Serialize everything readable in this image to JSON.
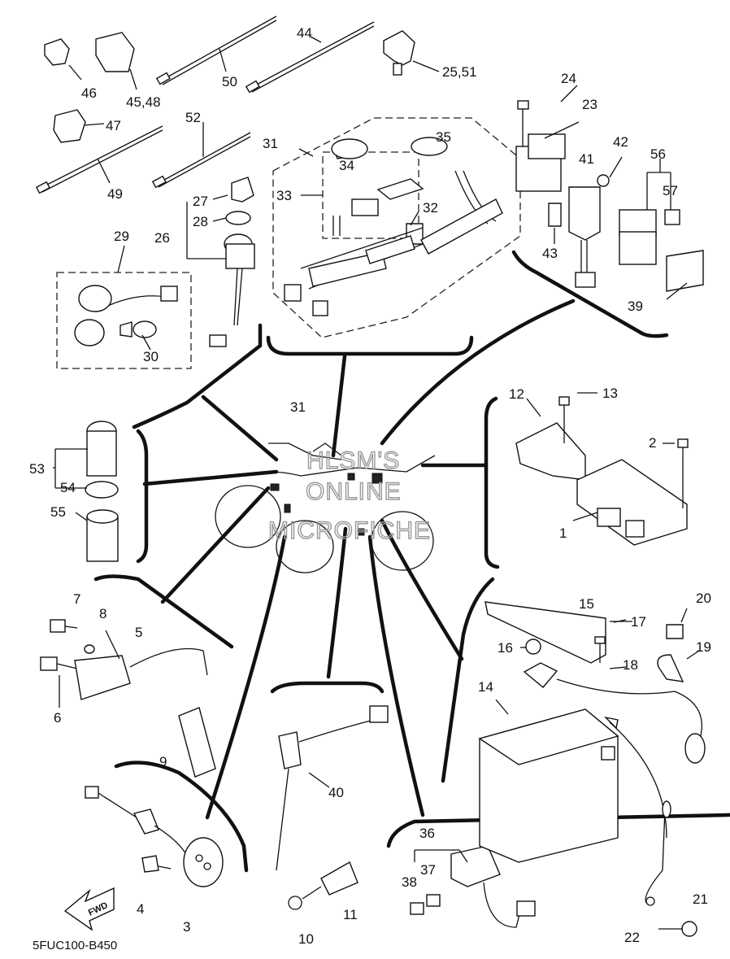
{
  "watermark": {
    "line1": "HLSM'S",
    "line2": "ONLINE",
    "line3": "MICROFICHE"
  },
  "diagram_code": "5FUC100-B450",
  "fwd_label": "FWD",
  "callouts": {
    "c1": "1",
    "c2": "2",
    "c3": "3",
    "c4": "4",
    "c5": "5",
    "c6": "6",
    "c7": "7",
    "c8": "8",
    "c9": "9",
    "c10": "10",
    "c11": "11",
    "c12": "12",
    "c13": "13",
    "c14": "14",
    "c15": "15",
    "c16": "16",
    "c17": "17",
    "c18": "18",
    "c19": "19",
    "c20": "20",
    "c21": "21",
    "c22": "22",
    "c23": "23",
    "c24": "24",
    "c25_51": "25,51",
    "c26": "26",
    "c27": "27",
    "c28": "28",
    "c29": "29",
    "c30": "30",
    "c31a": "31",
    "c31b": "31",
    "c32": "32",
    "c33": "33",
    "c34": "34",
    "c35": "35",
    "c36": "36",
    "c37": "37",
    "c38": "38",
    "c39": "39",
    "c40": "40",
    "c41": "41",
    "c42": "42",
    "c43": "43",
    "c44": "44",
    "c45_48": "45,48",
    "c46": "46",
    "c47": "47",
    "c49": "49",
    "c50": "50",
    "c52": "52",
    "c53": "53",
    "c54": "54",
    "c55": "55",
    "c56": "56",
    "c57": "57"
  }
}
